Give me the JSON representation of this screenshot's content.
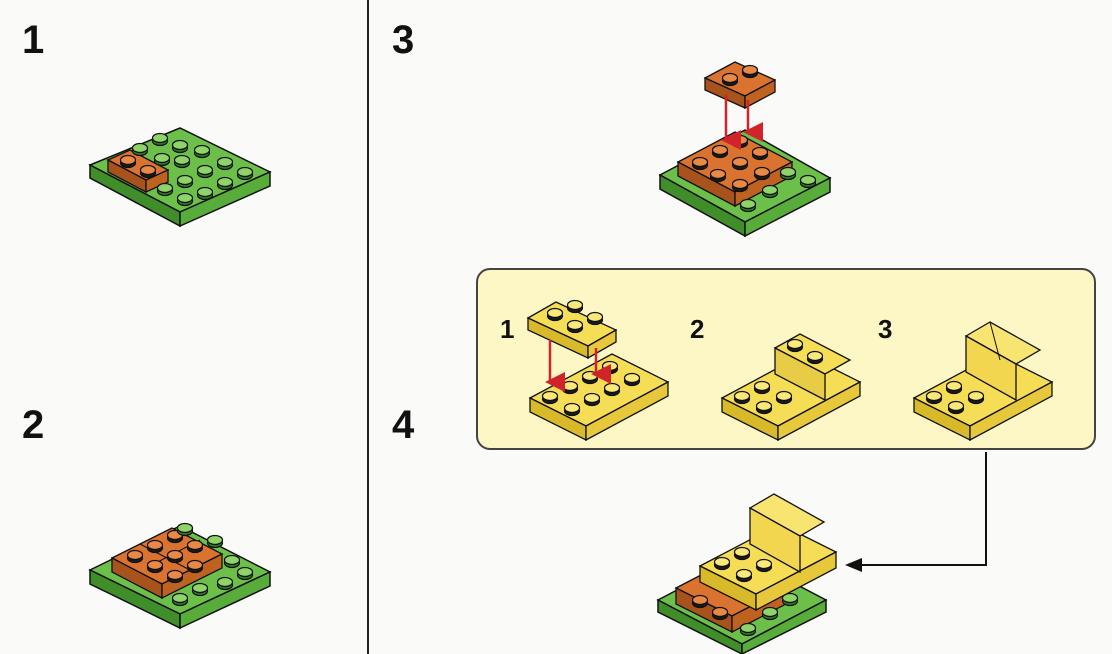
{
  "colors": {
    "plate_green": "#6cc04a",
    "brick_orange": "#d9732f",
    "brick_yellow": "#f5dd55",
    "inset_bg": "#fdf7c6",
    "arrow_red": "#d2232a",
    "outline": "#111111"
  },
  "steps": [
    {
      "number": "1"
    },
    {
      "number": "2"
    },
    {
      "number": "3"
    },
    {
      "number": "4"
    }
  ],
  "inset": {
    "substeps": [
      {
        "number": "1"
      },
      {
        "number": "2"
      },
      {
        "number": "3"
      }
    ]
  }
}
